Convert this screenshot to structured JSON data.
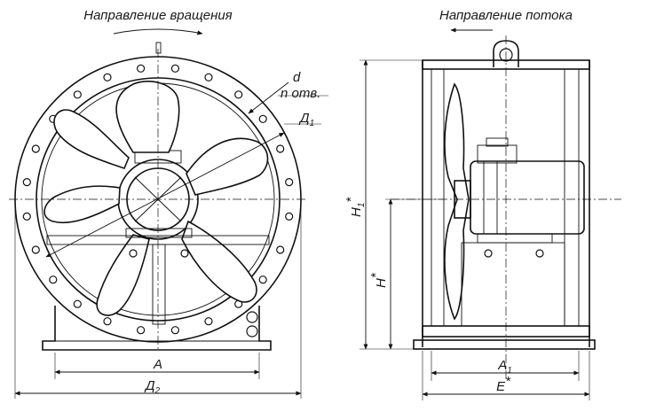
{
  "labels": {
    "rotation_direction": "Направление вращения",
    "flow_direction": "Направление потока",
    "hole_dia": "d",
    "hole_count": "n отв.",
    "d1_main": "Д",
    "d1_sub": "1",
    "a": "A",
    "d2_main": "Д",
    "d2_sub": "2",
    "a1_main": "A",
    "a1_sub": "1",
    "e_main": "E",
    "e_star": "*",
    "h1_main": "H",
    "h1_sub": "1",
    "h1_star": "*",
    "h_main": "H",
    "h_star": "*"
  },
  "colors": {
    "line": "#111111",
    "background": "#ffffff",
    "shade": "#e6e6e6"
  }
}
